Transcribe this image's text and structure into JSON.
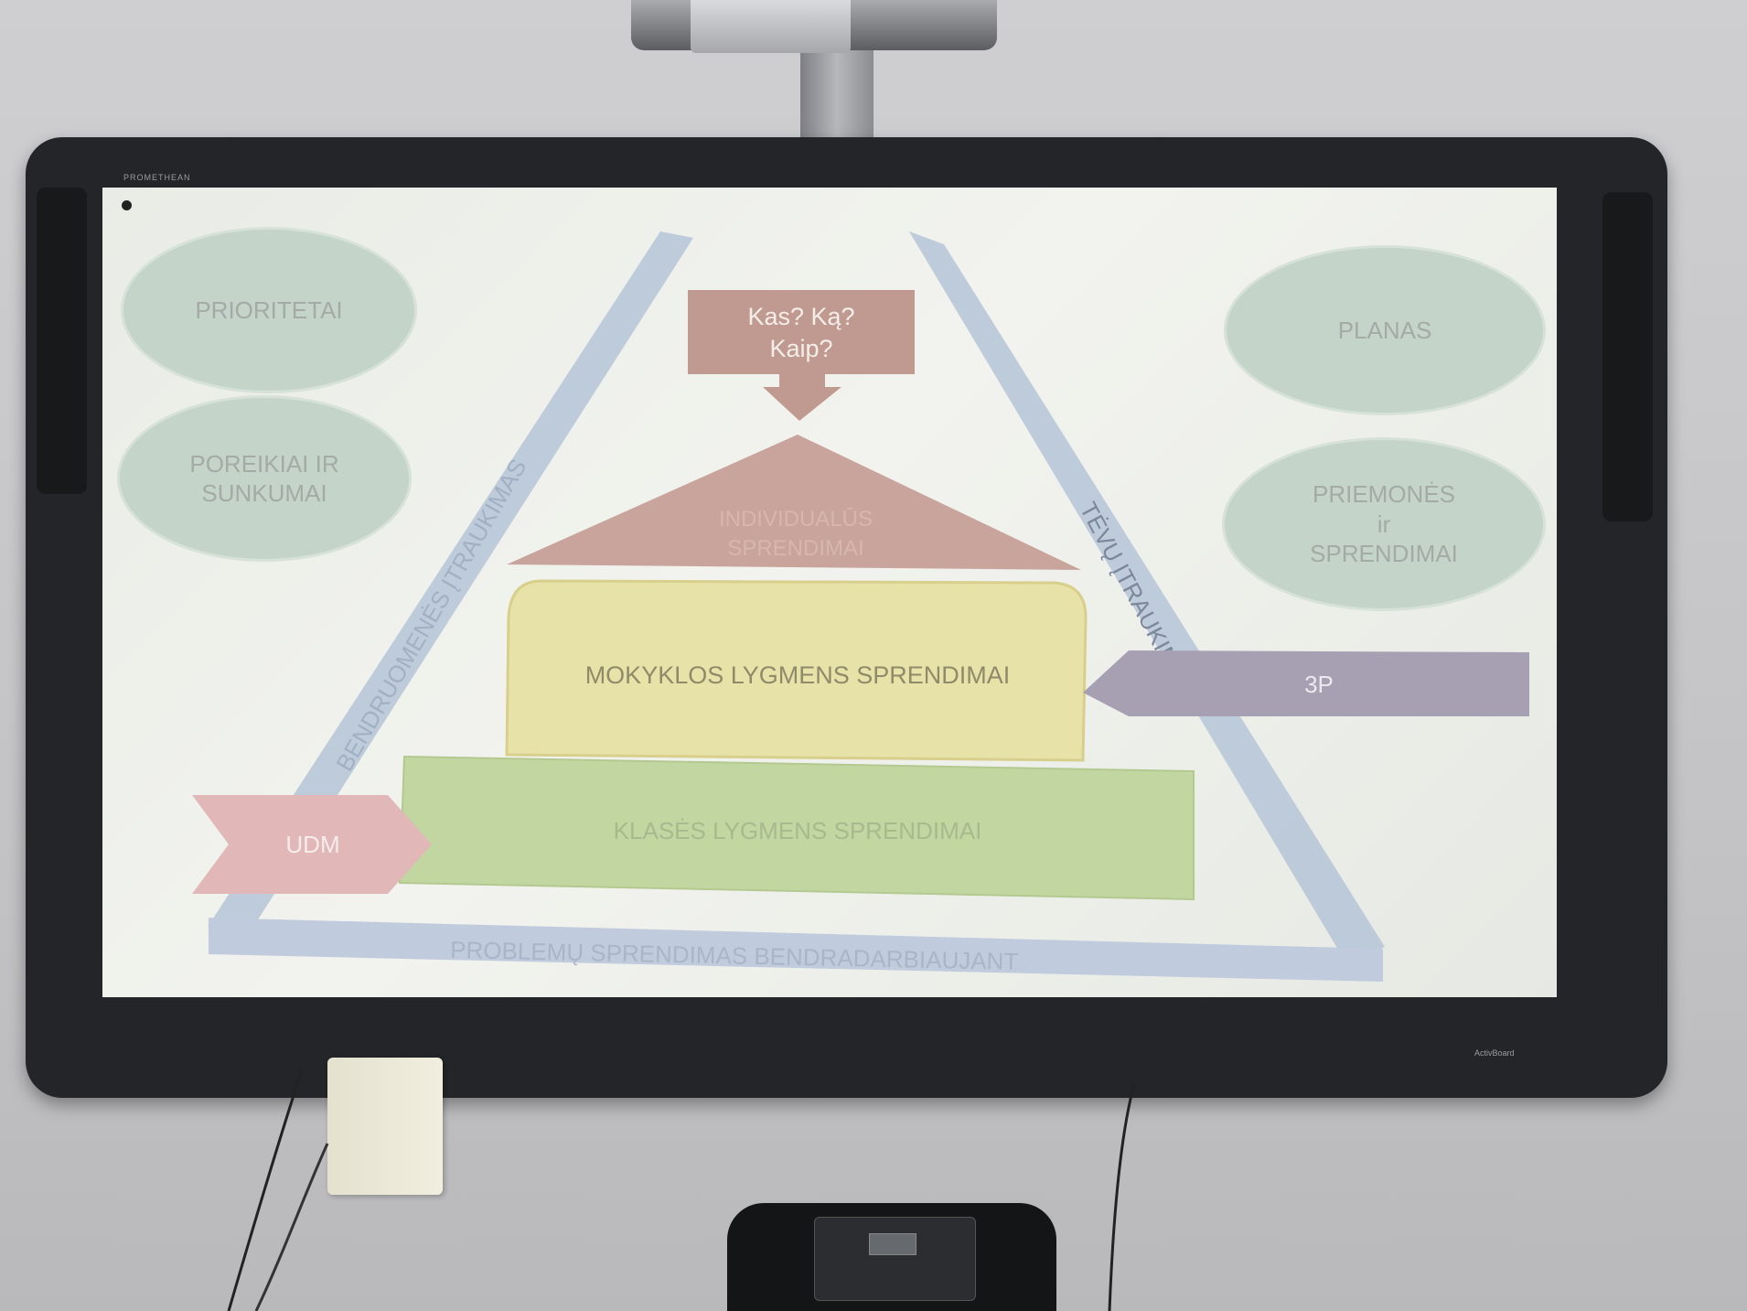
{
  "board": {
    "brand_left": "PROMETHEAN",
    "brand_right": "ActivBoard"
  },
  "slide": {
    "ellipses": {
      "prioritetai": "PRIORITETAI",
      "poreikiai": "POREIKIAI IR\nSUNKUMAI",
      "planas": "PLANAS",
      "priemones": "PRIEMONĖS\nir\nSPRENDIMAI"
    },
    "question_box": {
      "line1": "Kas? Ką?",
      "line2": "Kaip?"
    },
    "triangle_top": {
      "line1": "INDIVIDUALŪS",
      "line2": "SPRENDIMAI"
    },
    "school_level": "MOKYKLOS LYGMENS SPRENDIMAI",
    "class_level": "KLASĖS LYGMENS SPRENDIMAI",
    "udm_arrow": "UDM",
    "three_p_arrow": "3P",
    "left_side": "BENDRUOMENĖS ĮTRAUKIMAS",
    "right_side": "TĖVŲ ĮTRAUKIMAS",
    "bottom_side": "PROBLEMŲ SPRENDIMAS BENDRADARBIAUJANT"
  },
  "colors": {
    "ellipse_fill": "#c4d4c9",
    "frame_blue": "#b6c4d8",
    "question_box": "#c09a90",
    "triangle_red": "#c9a49c",
    "school_yellow": "#e7e2a8",
    "class_green": "#c2d6a2",
    "udm_pink": "#e2b7b8",
    "three_p_purple": "#a79fb2"
  }
}
